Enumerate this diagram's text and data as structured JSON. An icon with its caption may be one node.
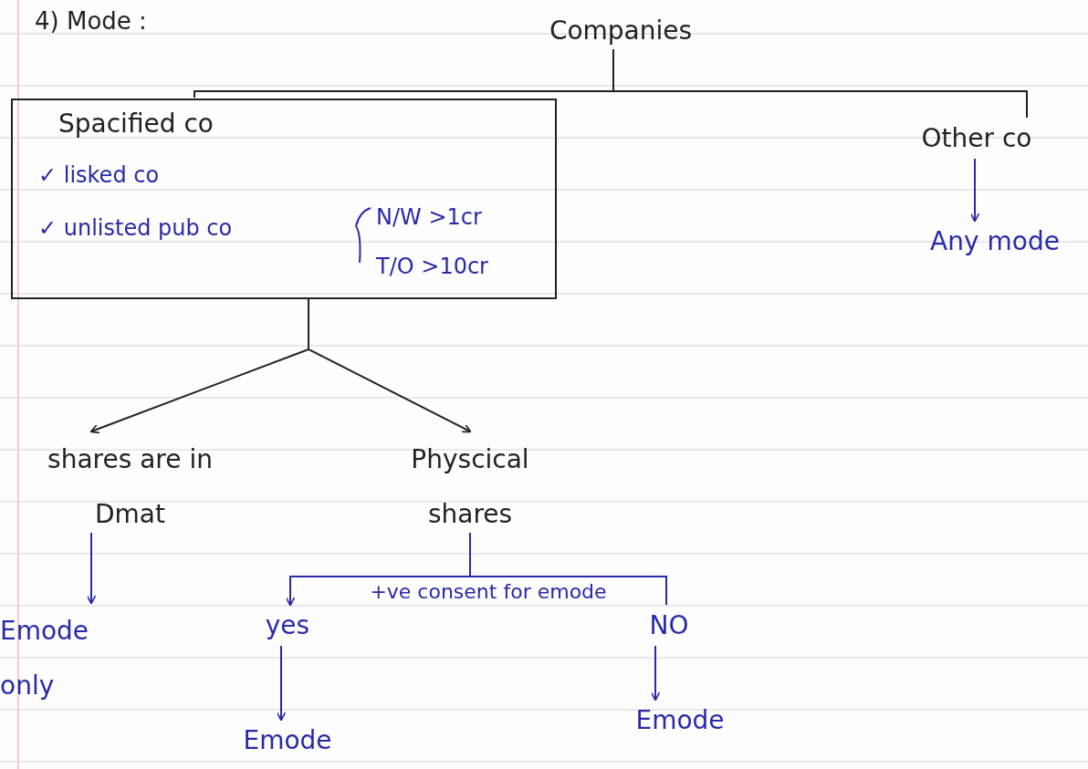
{
  "diagram": {
    "title": "4) Mode :",
    "nodes": [
      {
        "text": [
          "Companies"
        ]
      },
      {
        "text": [
          "Spacified co",
          "✓ lisked co",
          "✓ unlisted pub co",
          "N/W >1cr",
          "T/O >10cr"
        ]
      },
      {
        "text": [
          "Other co"
        ]
      },
      {
        "text": [
          "Any mode"
        ]
      },
      {
        "text": [
          "shares are in Dmat"
        ]
      },
      {
        "text": [
          "Physcical shares"
        ]
      },
      {
        "text": [
          "Emode only"
        ]
      },
      {
        "text": [
          "yes"
        ]
      },
      {
        "text": [
          "NO"
        ]
      },
      {
        "text": [
          "Emode"
        ]
      },
      {
        "text": [
          "Emode"
        ]
      }
    ],
    "edges": [
      {
        "from": 0,
        "to": 1,
        "arrow": "none",
        "color": "#222222"
      },
      {
        "from": 0,
        "to": 2,
        "arrow": "none",
        "color": "#222222"
      },
      {
        "from": 2,
        "to": 3,
        "arrow": "to"
      },
      {
        "from": 1,
        "to": 4,
        "arrow": "to",
        "color": "#222222"
      },
      {
        "from": 1,
        "to": 5,
        "arrow": "to",
        "color": "#222222"
      },
      {
        "from": 4,
        "to": 6,
        "arrow": "to"
      },
      {
        "from": 5,
        "to": 7,
        "arrow": "to"
      },
      {
        "from": 5,
        "to": 8,
        "arrow": "none"
      },
      {
        "from": 7,
        "to": 9,
        "arrow": "to"
      },
      {
        "from": 8,
        "to": 10,
        "arrow": "to"
      }
    ],
    "labels": [
      "+ve consent for emode"
    ]
  }
}
